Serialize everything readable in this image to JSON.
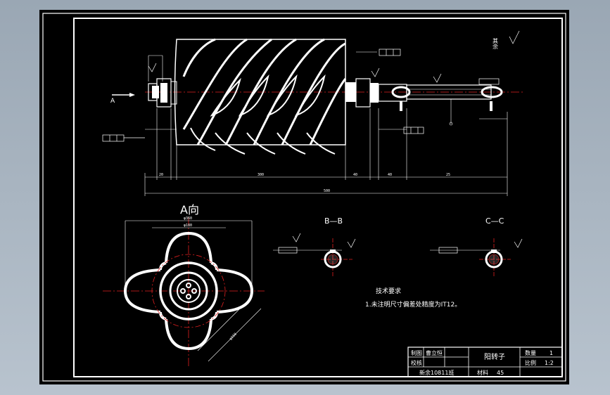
{
  "views": {
    "a_view_label": "A向",
    "bb_label": "B—B",
    "cc_label": "C—C",
    "arrow_label": "A"
  },
  "tech_req": {
    "heading": "技术要求",
    "item1": "1.未注明尺寸偏差处精度为IT12。"
  },
  "roughness_rest": "其余",
  "title_block": {
    "row1_col1": "制图",
    "row1_col2": "曹立恒",
    "row2_col1": "校核",
    "row3": "新余10811班",
    "part_name": "阳转子",
    "qty_label": "数量",
    "qty_value": "1",
    "scale_label": "比例",
    "scale_value": "1:2",
    "material_label": "材料",
    "material_value": "45"
  },
  "dimensions": {
    "overall_length": "500",
    "rotor_length": "300",
    "dim_20a": "20",
    "dim_40": "40",
    "dim_40b": "40",
    "dim_25": "25",
    "a_width": "φ360",
    "a_inner": "φ180",
    "diag": "φ160"
  },
  "colors": {
    "background": "#000000",
    "lines": "#ffffff",
    "center_lines": "#e02020",
    "window_bg": "#a9b5c1"
  }
}
